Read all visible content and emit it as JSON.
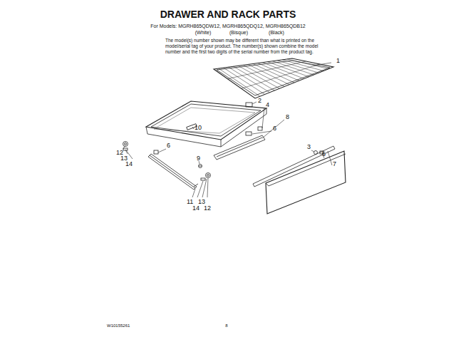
{
  "diagram": {
    "title": "DRAWER AND RACK PARTS",
    "labels": [
      "For Models: MGRH865QDW12, MGRH865QDQ12, MGRH865QDB12",
      "(White)",
      "(Bisque)",
      "(Black)",
      "The model(s) number shown may be different than what is printed on the model/serial tag of your product. The number(s) shown combine the model number and the first two digits of the serial number from the product tag.",
      "1",
      "2",
      "4",
      "8",
      "6",
      "10",
      "3",
      "5",
      "7",
      "12",
      "13",
      "14",
      "6",
      "9",
      "11",
      "14",
      "13",
      "12",
      "W10155261",
      "8"
    ]
  }
}
